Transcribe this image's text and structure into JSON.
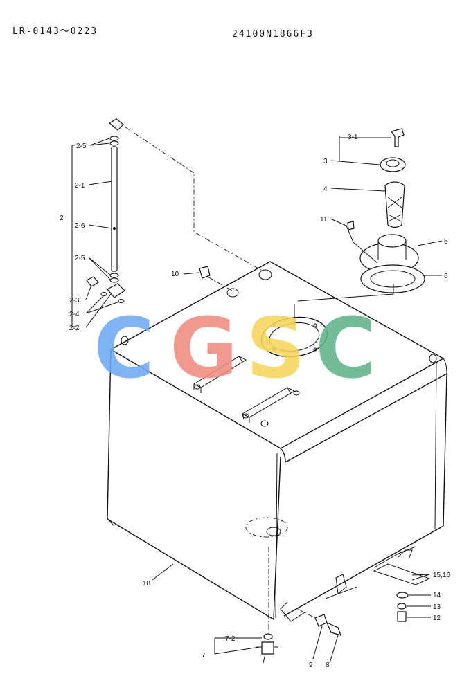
{
  "header": {
    "left": "LR-0143〜0223",
    "right": "24100N1866F3"
  },
  "watermark": {
    "letters": [
      "C",
      "G",
      "S",
      "C"
    ],
    "colors": [
      "#6fa8f5",
      "#f08a80",
      "#f5d55a",
      "#5fb48a"
    ]
  },
  "labels": {
    "l2_5a": "2-5",
    "l2_1": "2-1",
    "l2": "2",
    "l2_6": "2-6",
    "l2_5b": "2-5",
    "l2_3": "2-3",
    "l2_4": "2-4",
    "l2_2": "2-2",
    "l3_1": "3-1",
    "l3": "3",
    "l4": "4",
    "l11": "11",
    "l5": "5",
    "l6": "6",
    "l10": "10",
    "l18": "18",
    "l15_16": "15,16",
    "l14": "14",
    "l13": "13",
    "l12": "12",
    "l7_2": "7-2",
    "l7": "7",
    "l9": "9",
    "l8": "8"
  }
}
